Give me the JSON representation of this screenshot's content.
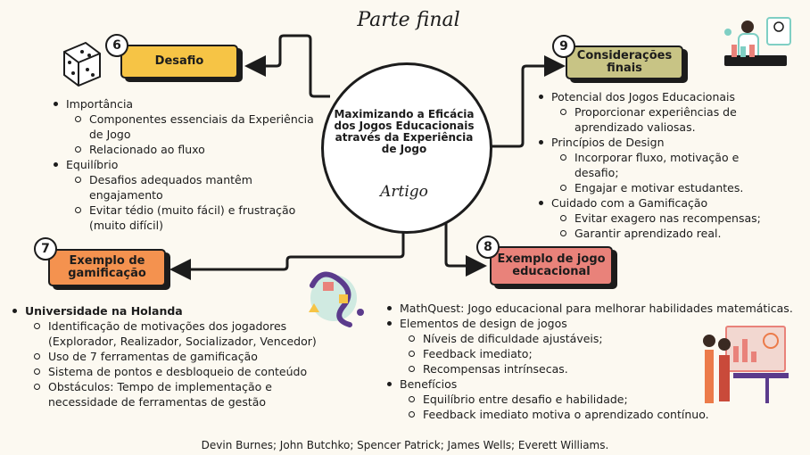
{
  "header": {
    "title": "Parte final"
  },
  "center": {
    "title": "Maximizando a Eficácia dos Jogos Educacionais através da Experiência de Jogo",
    "subtitle": "Artigo"
  },
  "colors": {
    "yellow": "#f6c445",
    "olive": "#c8c485",
    "orange": "#f4924f",
    "salmon": "#e9827a",
    "teal": "#7fcfc4",
    "ring_orange": "#ec7b4a",
    "ink": "#1c1c1c",
    "background": "#fcf9f1"
  },
  "sections": {
    "s6": {
      "number": "6",
      "title": "Desafio",
      "items": [
        {
          "text": "Importância",
          "children": [
            {
              "text": "Componentes essenciais da Experiência de Jogo"
            },
            {
              "text": "Relacionado ao fluxo"
            }
          ]
        },
        {
          "text": "Equilíbrio",
          "children": [
            {
              "text": "Desafios adequados mantêm engajamento"
            },
            {
              "text": "Evitar tédio (muito fácil) e frustração (muito difícil)"
            }
          ]
        }
      ]
    },
    "s7": {
      "number": "7",
      "title": "Exemplo de gamificação",
      "items": [
        {
          "text": "Universidade na Holanda",
          "children": [
            {
              "text": "Identificação de motivações dos jogadores (Explorador, Realizador, Socializador, Vencedor)"
            },
            {
              "text": "Uso de 7 ferramentas de gamificação"
            },
            {
              "text": "Sistema de pontos e desbloqueio de conteúdo"
            },
            {
              "text": "Obstáculos: Tempo de implementação e necessidade de ferramentas de gestão"
            }
          ]
        }
      ]
    },
    "s8": {
      "number": "8",
      "title": "Exemplo de jogo educacional",
      "items": [
        {
          "text": "MathQuest: Jogo educacional para melhorar habilidades matemáticas.",
          "children": []
        },
        {
          "text": "Elementos de design de jogos",
          "children": [
            {
              "text": "Níveis de dificuldade ajustáveis;"
            },
            {
              "text": "Feedback imediato;"
            },
            {
              "text": "Recompensas intrínsecas."
            }
          ]
        },
        {
          "text": "Benefícios",
          "children": [
            {
              "text": "Equilíbrio entre desafio e habilidade;"
            },
            {
              "text": "Feedback imediato motiva o aprendizado contínuo."
            }
          ]
        }
      ]
    },
    "s9": {
      "number": "9",
      "title": "Considerações finais",
      "items": [
        {
          "text": "Potencial dos Jogos Educacionais",
          "children": [
            {
              "text": "Proporcionar experiências de aprendizado valiosas."
            }
          ]
        },
        {
          "text": "Princípios de Design",
          "children": [
            {
              "text": "Incorporar fluxo, motivação e desafio;"
            },
            {
              "text": "Engajar e motivar estudantes."
            }
          ]
        },
        {
          "text": "Cuidado com a Gamificação",
          "children": [
            {
              "text": "Evitar exagero nas recompensas;"
            },
            {
              "text": "Garantir aprendizado real."
            }
          ]
        }
      ]
    }
  },
  "footer": {
    "authors": "Devin Burnes; John Butchko; Spencer Patrick; James Wells; Everett Williams."
  },
  "illustrations": {
    "dice": "dice-icon",
    "scientist": "scientist-illustration",
    "game_path": "game-path-illustration",
    "presentation": "presentation-illustration"
  }
}
